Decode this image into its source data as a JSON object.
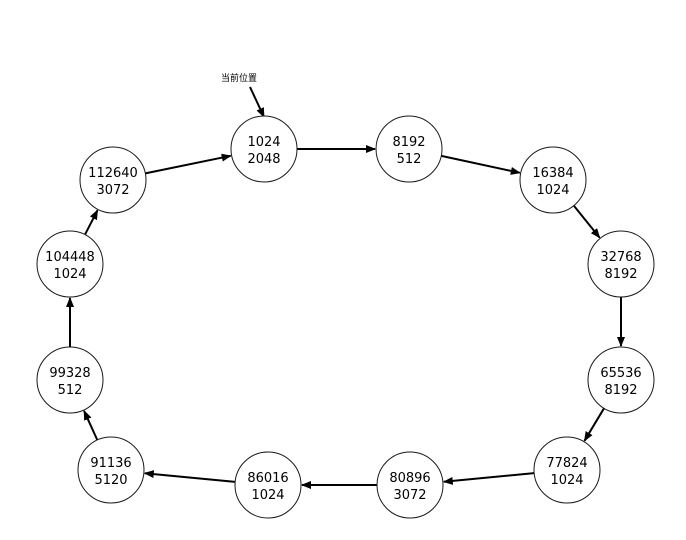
{
  "pointer": {
    "label": "当前位置"
  },
  "nodes": [
    {
      "id": "n0",
      "top": "1024",
      "bottom": "2048"
    },
    {
      "id": "n1",
      "top": "8192",
      "bottom": "512"
    },
    {
      "id": "n2",
      "top": "16384",
      "bottom": "1024"
    },
    {
      "id": "n3",
      "top": "32768",
      "bottom": "8192"
    },
    {
      "id": "n4",
      "top": "65536",
      "bottom": "8192"
    },
    {
      "id": "n5",
      "top": "77824",
      "bottom": "1024"
    },
    {
      "id": "n6",
      "top": "80896",
      "bottom": "3072"
    },
    {
      "id": "n7",
      "top": "86016",
      "bottom": "1024"
    },
    {
      "id": "n8",
      "top": "91136",
      "bottom": "5120"
    },
    {
      "id": "n9",
      "top": "99328",
      "bottom": "512"
    },
    {
      "id": "n10",
      "top": "104448",
      "bottom": "1024"
    },
    {
      "id": "n11",
      "top": "112640",
      "bottom": "3072"
    }
  ]
}
